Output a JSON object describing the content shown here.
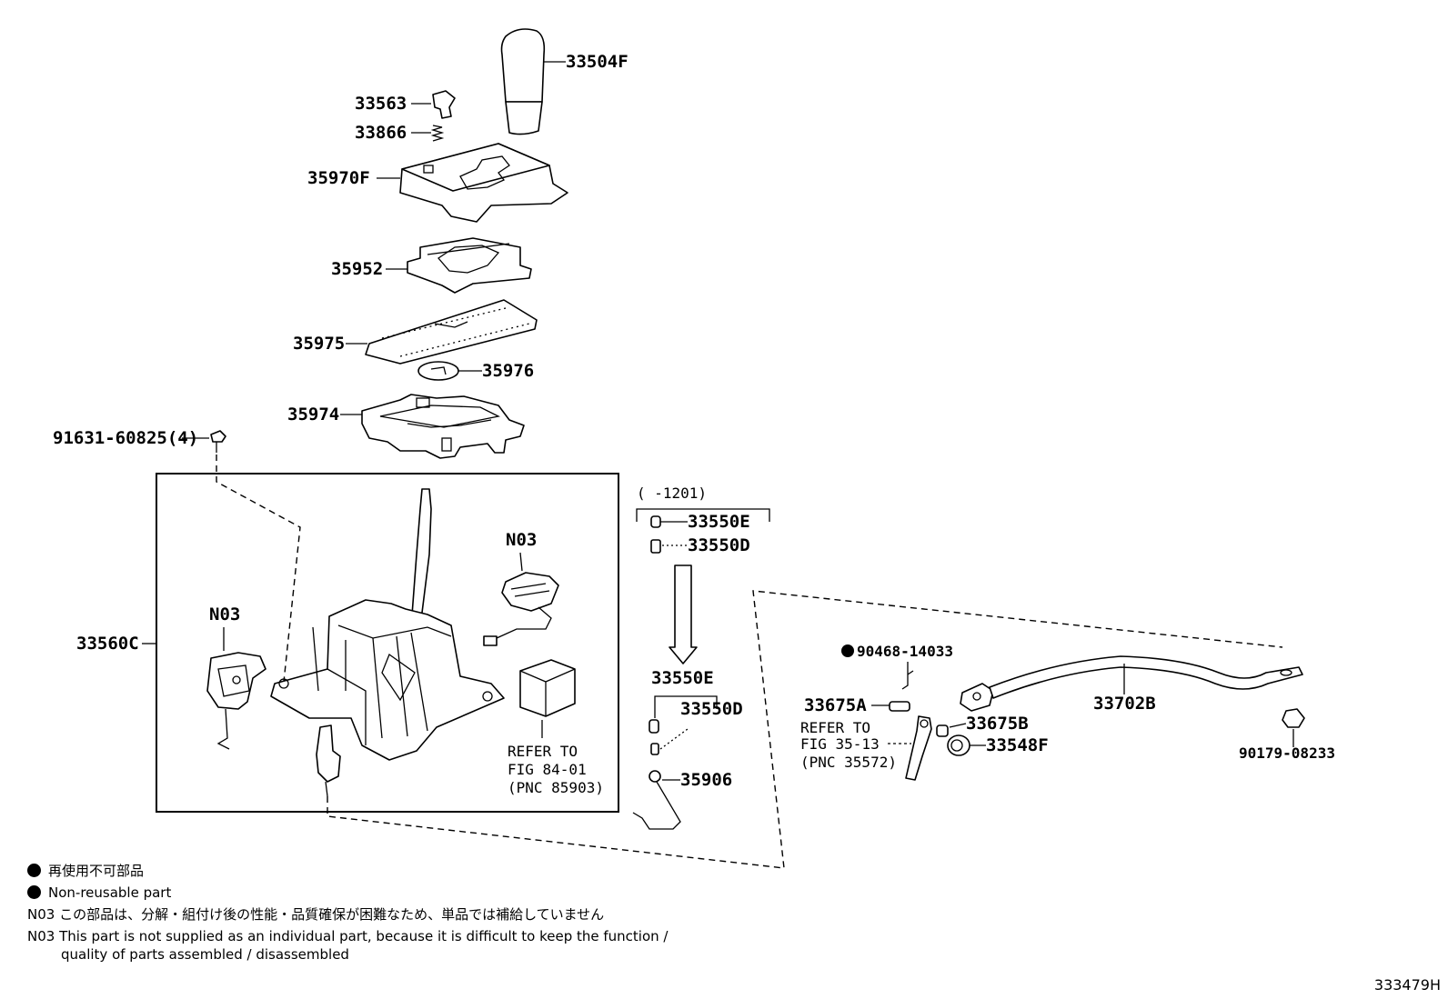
{
  "labels": {
    "knob": "33504F",
    "p33563": "33563",
    "p33866": "33866",
    "bezel": "35970F",
    "plate": "35952",
    "cover": "35975",
    "small": "35976",
    "housing": "35974",
    "screw": "91631-60825(4)",
    "assy": "33560C",
    "n03_left": "N03",
    "n03_right": "N03",
    "refer84_1": "REFER TO",
    "refer84_2": "FIG 84-01",
    "refer84_3": "(PNC 85903)",
    "range": "(      -1201)",
    "p33550E_top": "33550E",
    "p33550D_top": "33550D",
    "p33550E": "33550E",
    "p33550D": "33550D",
    "p35906": "35906",
    "p90468": "90468-14033",
    "p33675A": "33675A",
    "refer35_1": "REFER TO",
    "refer35_2": "FIG 35-13",
    "refer35_3": "(PNC 35572)",
    "p33675B": "33675B",
    "p33548F": "33548F",
    "cable": "33702B",
    "nut": "90179-08233"
  },
  "notes": {
    "jp_nonreusable": "再使用不可部品",
    "en_nonreusable": "Non-reusable part",
    "jp_n03": "N03 この部品は、分解・組付け後の性能・品質確保が困難なため、単品では補給していません",
    "en_n03_line1": "N03 This part is not supplied as an individual part, because it is difficult to keep the function /",
    "en_n03_line2": "quality of parts assembled / disassembled"
  },
  "figure_number": "333479H"
}
